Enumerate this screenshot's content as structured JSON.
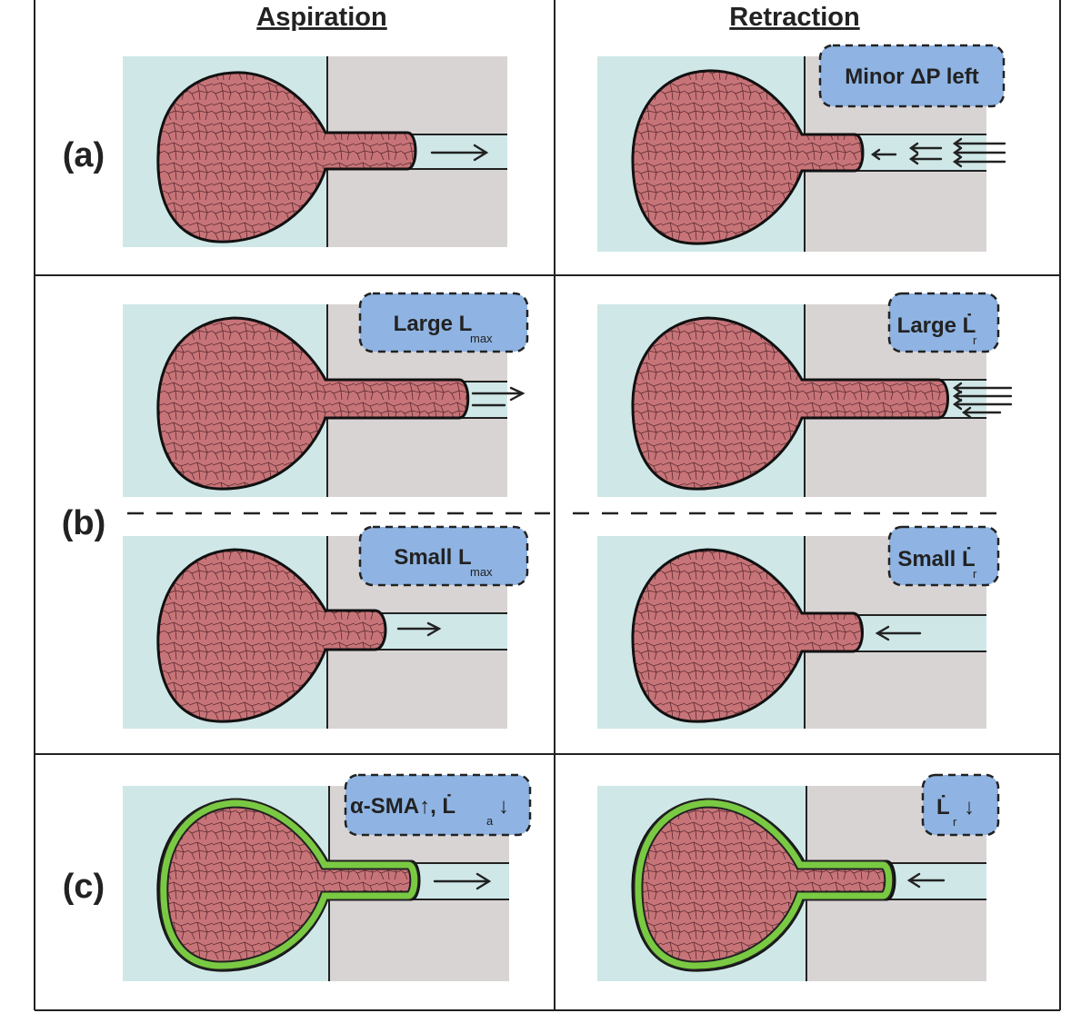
{
  "headers": {
    "aspiration": "Aspiration",
    "retraction": "Retraction"
  },
  "row_labels": {
    "a": "(a)",
    "b": "(b)",
    "c": "(c)"
  },
  "callouts": {
    "a_retraction": {
      "main": "Minor ΔP left",
      "sub": ""
    },
    "b_top_aspiration": {
      "main": "Large L",
      "sub": "max"
    },
    "b_top_retraction": {
      "main": "Large L̇",
      "sub": "r"
    },
    "b_bottom_aspiration": {
      "main": "Small L",
      "sub": "max"
    },
    "b_bottom_retraction": {
      "main": "Small L̇",
      "sub": "r"
    },
    "c_aspiration": {
      "main": "α-SMA↑, L̇",
      "sub": "a",
      "tail": "↓"
    },
    "c_retraction": {
      "main": "L̇",
      "sub": "r",
      "tail": "↓"
    }
  },
  "colors": {
    "chamber": "#cfe7e7",
    "pipette": "#d9d4d4",
    "cell": "#c77479",
    "cell_mesh": "#5a2a2e",
    "actin_ring": "#7ac943",
    "callout": "#8fb4e3"
  }
}
